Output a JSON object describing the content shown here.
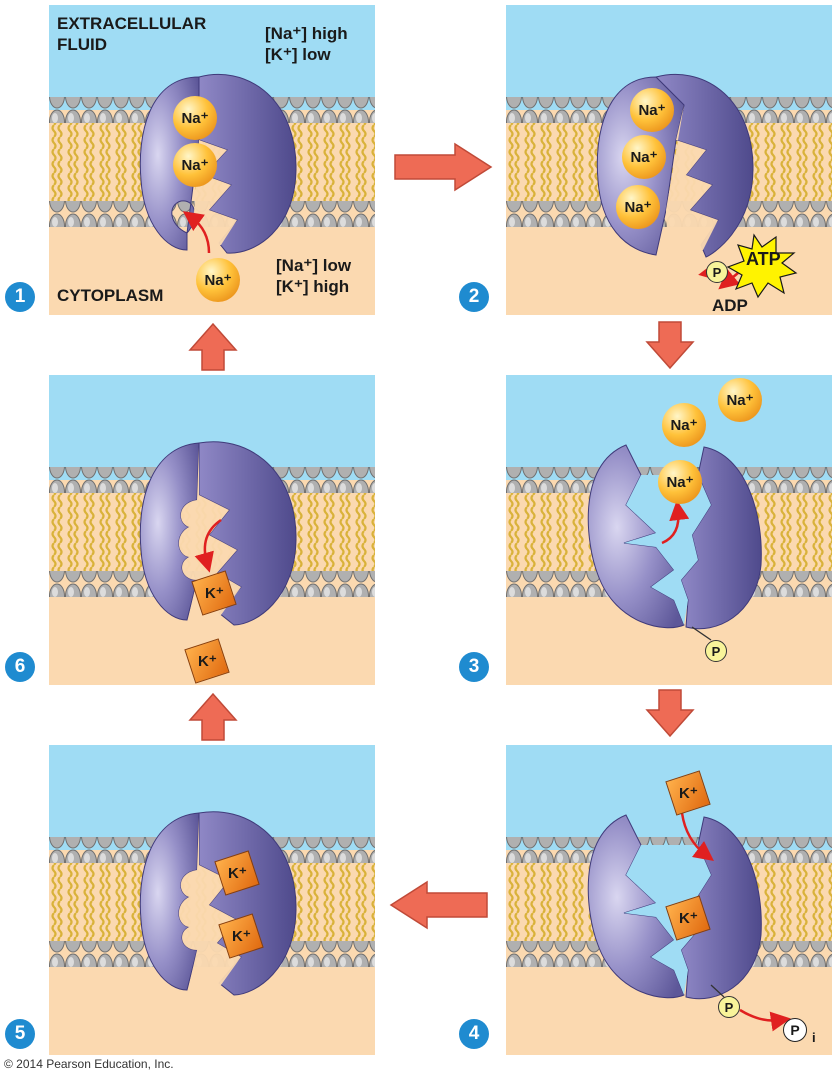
{
  "labels": {
    "extracellular_line1": "EXTRACELLULAR",
    "extracellular_line2": "FLUID",
    "cytoplasm": "CYTOPLASM",
    "outside_na": "[Na⁺] high",
    "outside_k": "[K⁺] low",
    "inside_na": "[Na⁺] low",
    "inside_k": "[K⁺] high"
  },
  "ions": {
    "sodium": "Na⁺",
    "potassium": "K⁺"
  },
  "molecules": {
    "atp": "ATP",
    "adp": "ADP",
    "phosphate": "P",
    "inorganic_phosphate_sub": "i"
  },
  "steps": [
    "1",
    "2",
    "3",
    "4",
    "5",
    "6"
  ],
  "copyright": "© 2014 Pearson Education, Inc.",
  "colors": {
    "extracellular": "#9fdcf4",
    "cytoplasm": "#fbd9b0",
    "lipid_head": "#a9a9a9",
    "lipid_tail": "#e5c34a",
    "protein": "#7f78b8",
    "protein_light": "#b8b4df",
    "sodium": "#f6a21e",
    "potassium": "#f08a1e",
    "phosphate": "#f8f49a",
    "atp": "#fff300",
    "arrow": "#ee6b55",
    "step_badge": "#1f8bd0",
    "red_arrow": "#e02020"
  }
}
